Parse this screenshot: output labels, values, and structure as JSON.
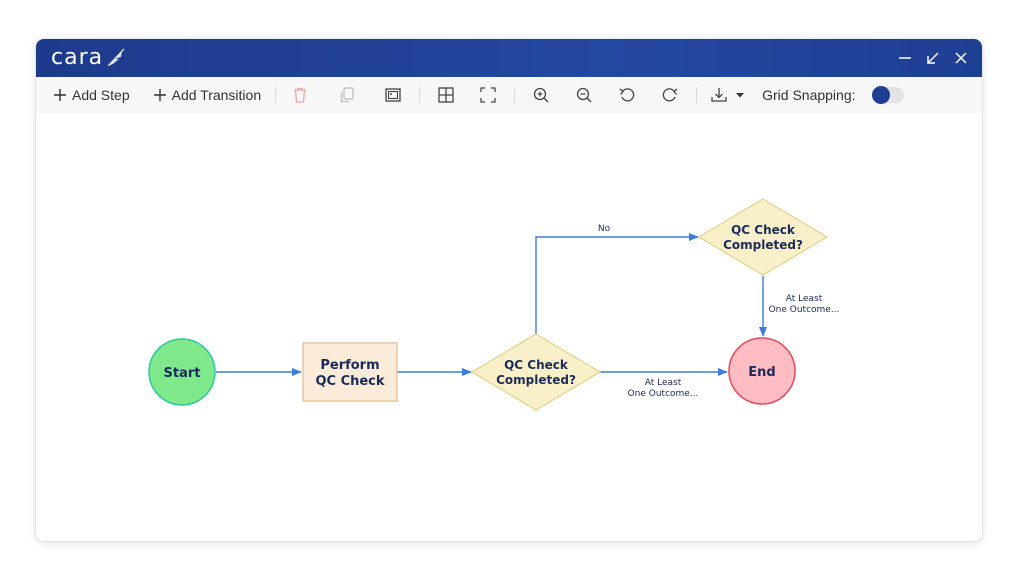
{
  "app": {
    "logo_text": "cara"
  },
  "toolbar": {
    "add_step_label": "Add Step",
    "add_transition_label": "Add Transition",
    "grid_snapping_label": "Grid Snapping:",
    "grid_snapping_on": false
  },
  "colors": {
    "title_bar": "#1f3f95",
    "accent": "#1f3f95",
    "edge": "#3b7dd8",
    "start_fill": "#7ee88b",
    "end_fill": "#ffbcc3",
    "step_fill": "#fbecd9",
    "decision_fill": "#f9f0c9"
  },
  "workflow": {
    "nodes": {
      "start": {
        "label": "Start"
      },
      "perform_qc": {
        "line1": "Perform",
        "line2": "QC Check"
      },
      "decision_1": {
        "line1": "QC Check",
        "line2": "Completed?"
      },
      "decision_2": {
        "line1": "QC Check",
        "line2": "Completed?"
      },
      "end": {
        "label": "End"
      }
    },
    "edges": {
      "no_label": "No",
      "outcome_1_line1": "At Least",
      "outcome_1_line2": "One Outcome...",
      "outcome_2_line1": "At Least",
      "outcome_2_line2": "One Outcome..."
    }
  }
}
